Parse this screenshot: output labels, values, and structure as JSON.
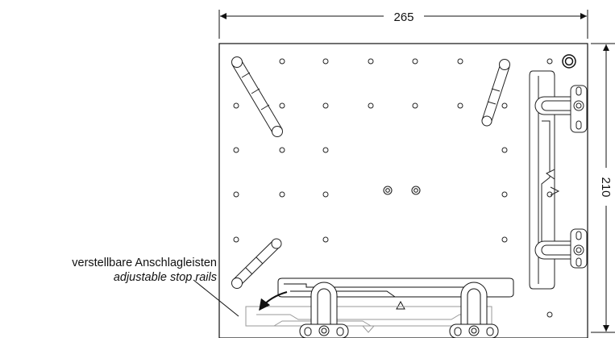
{
  "dimensions": {
    "width_label": "265",
    "height_label": "210"
  },
  "callout": {
    "label_de": "verstellbare Anschlagleisten",
    "label_en": "adjustable stop rails"
  }
}
